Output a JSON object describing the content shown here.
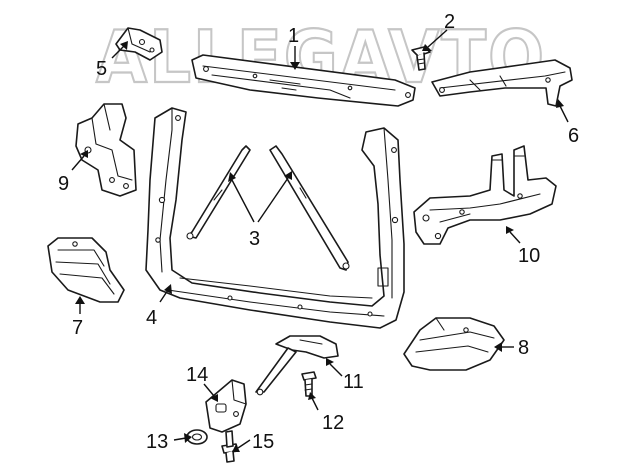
{
  "watermark": {
    "text": "ALLEGAVTO"
  },
  "callouts": [
    {
      "id": "c1",
      "label": "1"
    },
    {
      "id": "c2",
      "label": "2"
    },
    {
      "id": "c3",
      "label": "3"
    },
    {
      "id": "c4",
      "label": "4"
    },
    {
      "id": "c5",
      "label": "5"
    },
    {
      "id": "c6",
      "label": "6"
    },
    {
      "id": "c7",
      "label": "7"
    },
    {
      "id": "c8",
      "label": "8"
    },
    {
      "id": "c9",
      "label": "9"
    },
    {
      "id": "c10",
      "label": "10"
    },
    {
      "id": "c11",
      "label": "11"
    },
    {
      "id": "c12",
      "label": "12"
    },
    {
      "id": "c13",
      "label": "13"
    },
    {
      "id": "c14",
      "label": "14"
    },
    {
      "id": "c15",
      "label": "15"
    }
  ]
}
